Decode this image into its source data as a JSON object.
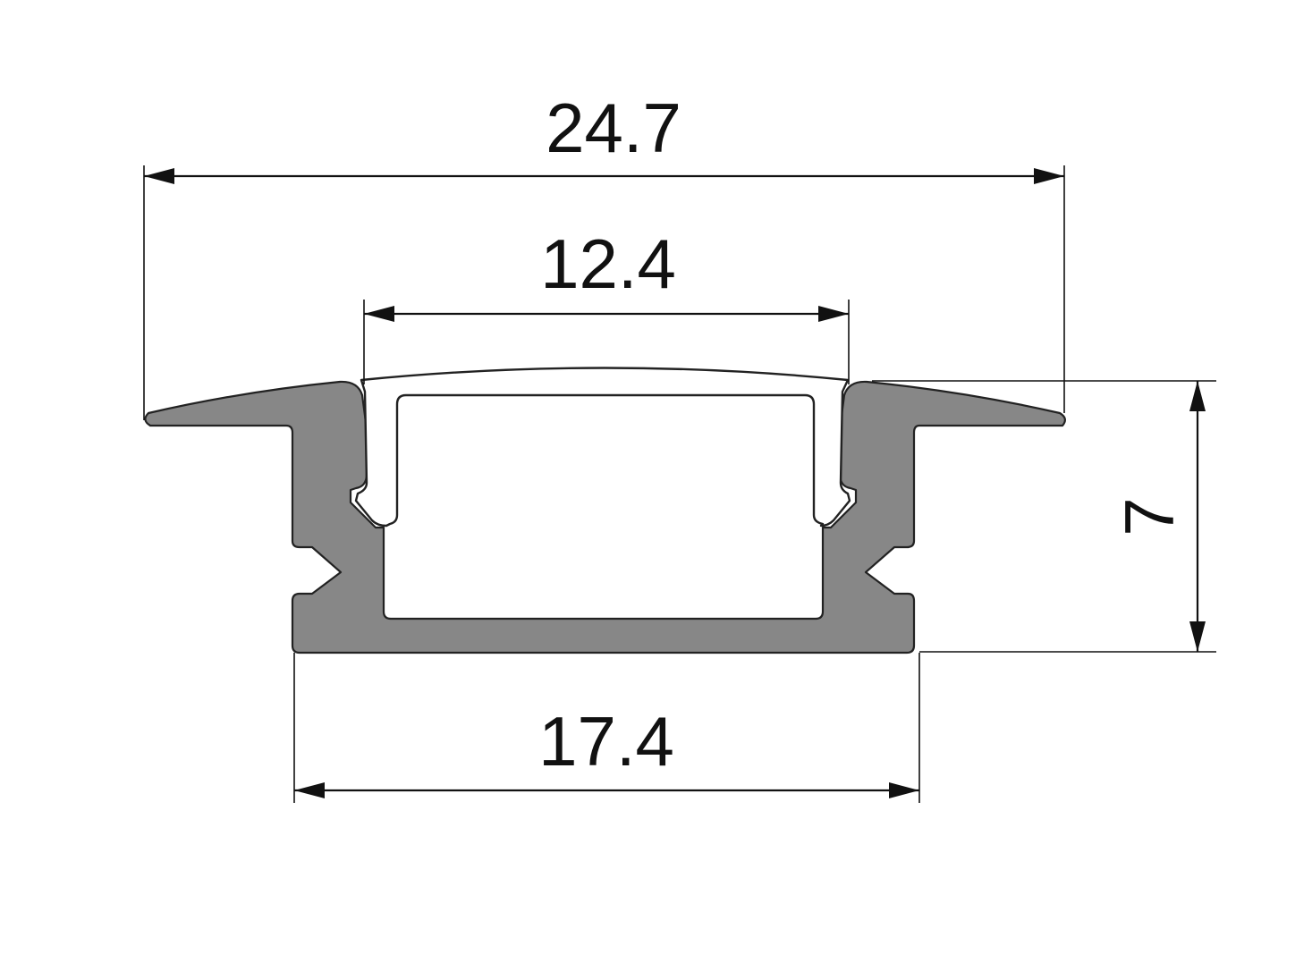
{
  "drawing": {
    "dimensions": {
      "overall_width": "24.7",
      "cover_width": "12.4",
      "base_width": "17.4",
      "height": "7"
    },
    "colors": {
      "profile": "#878787",
      "outline": "#222222",
      "background": "#ffffff"
    }
  }
}
